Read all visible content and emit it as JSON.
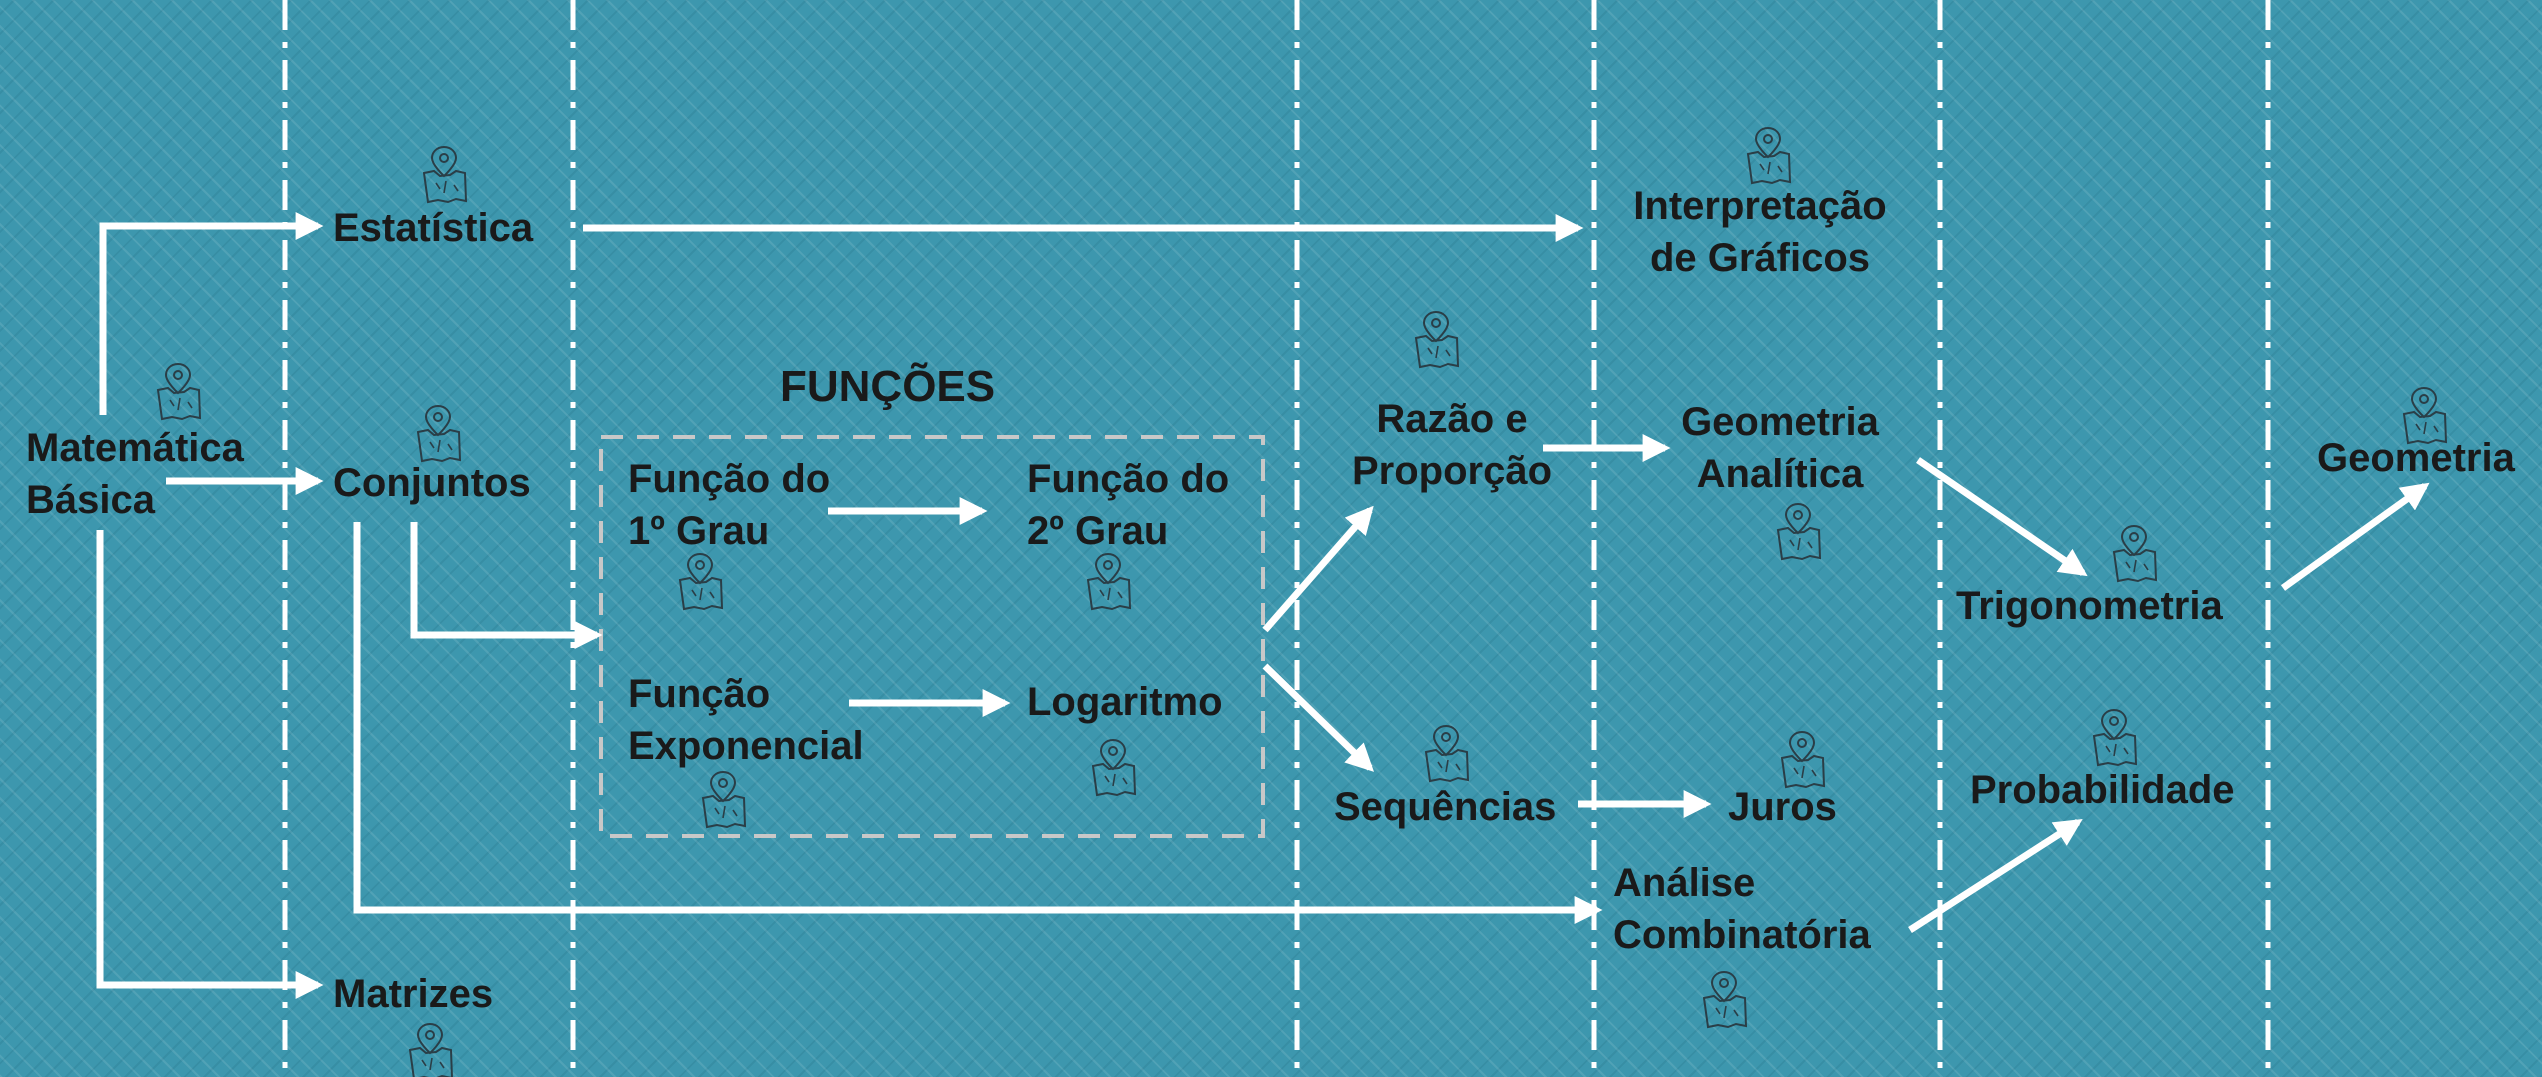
{
  "colors": {
    "background": "#3d97ae",
    "arrow": "#ffffff",
    "divider": "#ffffff",
    "group_border": "#c8c8c8",
    "text": "#1a1a1a",
    "icon_stroke": "#2a3e47"
  },
  "icons": {
    "node_marker": "map-pin-icon"
  },
  "group": {
    "title": "FUNÇÕES"
  },
  "nodes": {
    "matematica_basica": [
      "Matemática",
      "Básica"
    ],
    "estatistica": [
      "Estatística"
    ],
    "conjuntos": [
      "Conjuntos"
    ],
    "matrizes": [
      "Matrizes"
    ],
    "funcao_1grau": [
      "Função do",
      "1º Grau"
    ],
    "funcao_2grau": [
      "Função do",
      "2º Grau"
    ],
    "funcao_exponencial": [
      "Função",
      "Exponencial"
    ],
    "logaritmo": [
      "Logaritmo"
    ],
    "razao_proporcao": [
      "Razão e",
      "Proporção"
    ],
    "sequencias": [
      "Sequências"
    ],
    "interpretacao_graficos": [
      "Interpretação",
      "de Gráficos"
    ],
    "geometria_analitica": [
      "Geometria",
      "Analítica"
    ],
    "juros": [
      "Juros"
    ],
    "analise_combinatoria": [
      "Análise",
      "Combinatória"
    ],
    "trigonometria": [
      "Trigonometria"
    ],
    "probabilidade": [
      "Probabilidade"
    ],
    "geometria": [
      "Geometria"
    ]
  },
  "edges": [
    [
      "matematica_basica",
      "estatistica"
    ],
    [
      "matematica_basica",
      "conjuntos"
    ],
    [
      "matematica_basica",
      "matrizes"
    ],
    [
      "estatistica",
      "interpretacao_graficos"
    ],
    [
      "conjuntos",
      "funcoes_group"
    ],
    [
      "conjuntos",
      "analise_combinatoria"
    ],
    [
      "funcao_1grau",
      "funcao_2grau"
    ],
    [
      "funcao_exponencial",
      "logaritmo"
    ],
    [
      "funcoes_group",
      "razao_proporcao"
    ],
    [
      "funcoes_group",
      "sequencias"
    ],
    [
      "razao_proporcao",
      "geometria_analitica"
    ],
    [
      "sequencias",
      "juros"
    ],
    [
      "geometria_analitica",
      "trigonometria"
    ],
    [
      "analise_combinatoria",
      "probabilidade"
    ],
    [
      "trigonometria",
      "geometria"
    ]
  ]
}
